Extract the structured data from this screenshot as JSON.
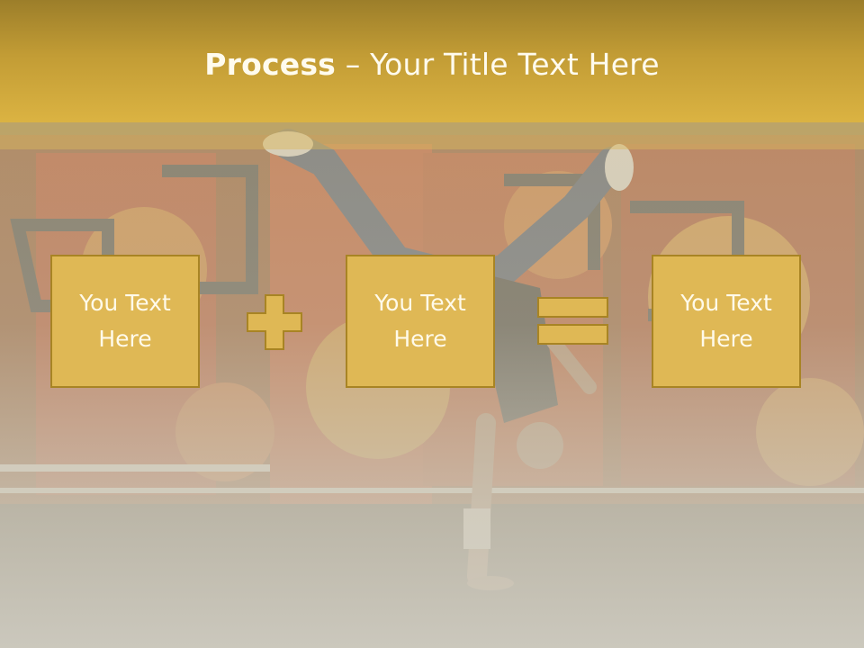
{
  "title": {
    "bold": "Process",
    "rest": " – Your Title Text Here"
  },
  "steps": [
    {
      "text": "You Text Here"
    },
    {
      "text": "You Text Here"
    },
    {
      "text": "You Text Here"
    }
  ],
  "operators": [
    "plus-icon",
    "equals-icon"
  ],
  "colors": {
    "header": "#d4aa3c",
    "box_fill": "#dfb855",
    "box_border": "#a88424",
    "text": "#fffaea"
  }
}
